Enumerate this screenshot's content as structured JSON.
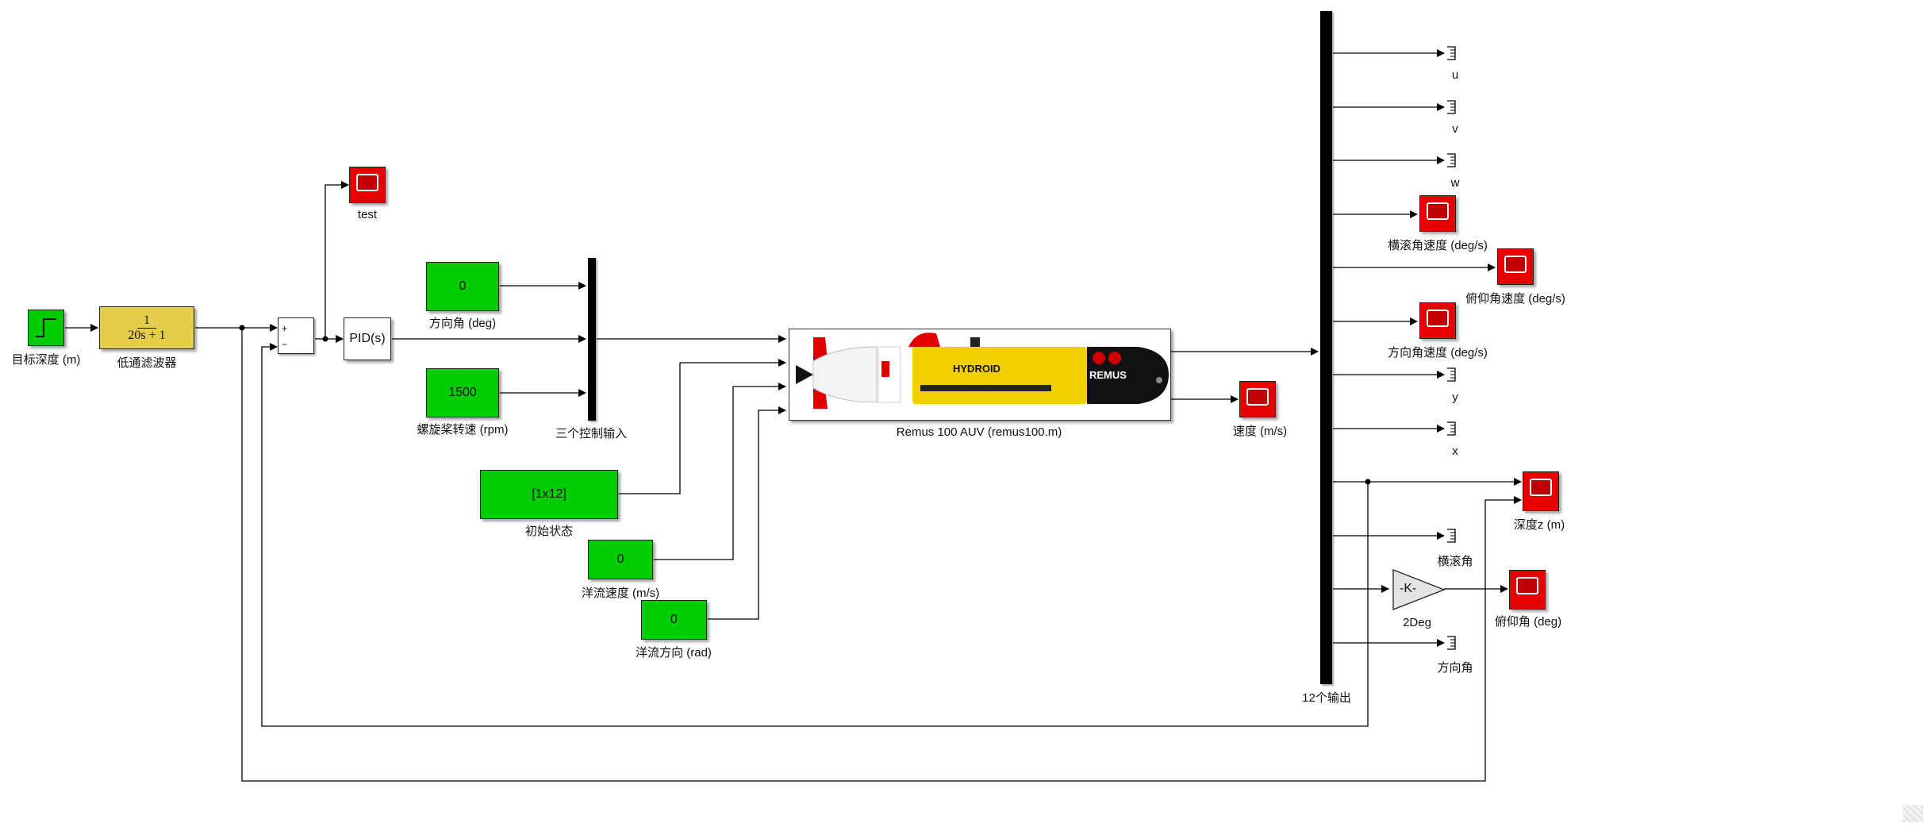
{
  "blocks": {
    "step": {
      "label": "目标深度 (m)"
    },
    "lowpass": {
      "numerator": "1",
      "denominator": "20s + 1",
      "label": "低通滤波器"
    },
    "sum": {
      "plus": "+",
      "minus": "−"
    },
    "test_scope": {
      "label": "test"
    },
    "pid": {
      "text": "PID(s)"
    },
    "heading_const": {
      "value": "0",
      "label": "方向角 (deg)"
    },
    "rpm_const": {
      "value": "1500",
      "label": "螺旋桨转速 (rpm)"
    },
    "mux_in": {
      "label": "三个控制输入"
    },
    "init_state": {
      "value": "[1x12]",
      "label": "初始状态"
    },
    "current_speed": {
      "value": "0",
      "label": "洋流速度 (m/s)"
    },
    "current_dir": {
      "value": "0",
      "label": "洋流方向 (rad)"
    },
    "auv": {
      "label": "Remus 100 AUV (remus100.m)",
      "brand": "HYDROID",
      "model": "REMUS"
    },
    "speed_scope": {
      "label": "速度 (m/s)"
    },
    "demux_out": {
      "label": "12个输出"
    },
    "gain": {
      "text": "-K-",
      "label": "2Deg"
    }
  },
  "outputs": [
    {
      "kind": "terminator",
      "label": "u"
    },
    {
      "kind": "terminator",
      "label": "v"
    },
    {
      "kind": "terminator",
      "label": "w"
    },
    {
      "kind": "scope",
      "label": "横滚角速度 (deg/s)"
    },
    {
      "kind": "scope",
      "label": "俯仰角速度 (deg/s)"
    },
    {
      "kind": "scope",
      "label": "方向角速度 (deg/s)"
    },
    {
      "kind": "terminator",
      "label": "y"
    },
    {
      "kind": "terminator",
      "label": "x"
    },
    {
      "kind": "scope",
      "label": "深度z (m)"
    },
    {
      "kind": "terminator",
      "label": "横滚角"
    },
    {
      "kind": "scope",
      "label": "俯仰角 (deg)"
    },
    {
      "kind": "terminator",
      "label": "方向角"
    }
  ],
  "colors": {
    "constant": "#00cc00",
    "filter": "#e5cc4a",
    "scope": "#e60000",
    "auv_yellow": "#f2d000",
    "wire": "#000000"
  }
}
